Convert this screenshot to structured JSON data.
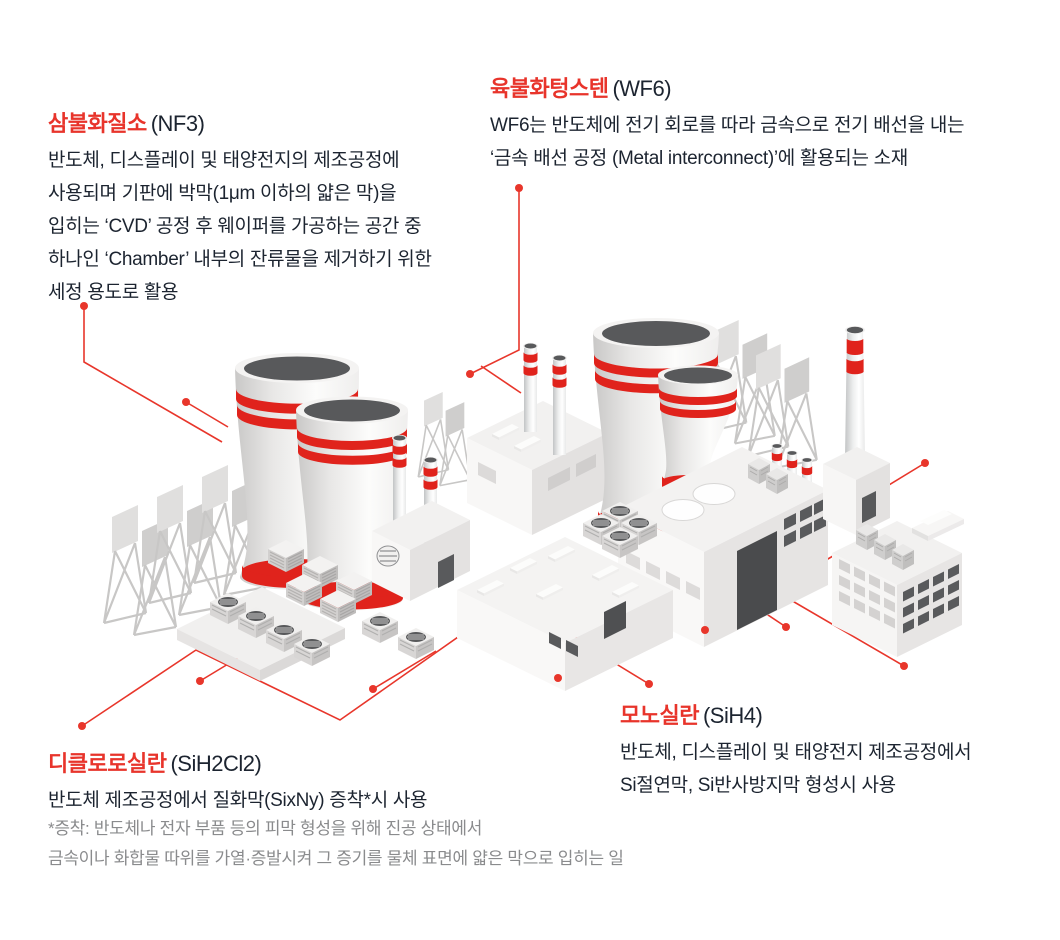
{
  "colors": {
    "accent_red": "#e8342b",
    "stripe_red": "#e0231c",
    "dark_text": "#1c2430",
    "gray_text": "#8a8b8d",
    "building_white": "#f4f3f2",
    "dark_gray": "#58595b"
  },
  "labels": {
    "nf3": {
      "name": "삼불화질소",
      "formula": "(NF3)",
      "lines": [
        "반도체, 디스플레이 및 태양전지의 제조공정에",
        "사용되며 기판에 박막(1μm 이하의 얇은 막)을",
        "입히는 ‘CVD’ 공정 후 웨이퍼를 가공하는 공간 중",
        "하나인 ‘Chamber’ 내부의 잔류물을 제거하기 위한",
        "세정 용도로 활용"
      ]
    },
    "wf6": {
      "name": "육불화텅스텐",
      "formula": "(WF6)",
      "lines": [
        "WF6는 반도체에 전기 회로를 따라 금속으로 전기 배선을 내는",
        "‘금속 배선 공정 (Metal interconnect)’에 활용되는 소재"
      ]
    },
    "sih2cl2": {
      "name": "디클로로실란",
      "formula": "(SiH2Cl2)",
      "lines": [
        "반도체 제조공정에서 질화막(SixNy) 증착*시 사용"
      ]
    },
    "sih4": {
      "name": "모노실란",
      "formula": "(SiH4)",
      "lines": [
        "반도체, 디스플레이 및 태양전지 제조공정에서",
        "Si절연막, Si반사방지막 형성시 사용"
      ]
    }
  },
  "footnote": {
    "lines": [
      "*증착: 반도체나 전자 부품 등의 피막 형성을 위해 진공 상태에서",
      "금속이나 화합물 따위를 가열·증발시켜 그 증기를 물체 표면에 얇은 막으로 입히는 일"
    ]
  },
  "illustration": {
    "type": "isometric-semiconductor-plant",
    "elements": [
      "cooling-towers",
      "striped-smokestacks",
      "transmission-pylons",
      "factory-buildings",
      "office-building",
      "hvac-units",
      "red-leader-lines"
    ]
  }
}
